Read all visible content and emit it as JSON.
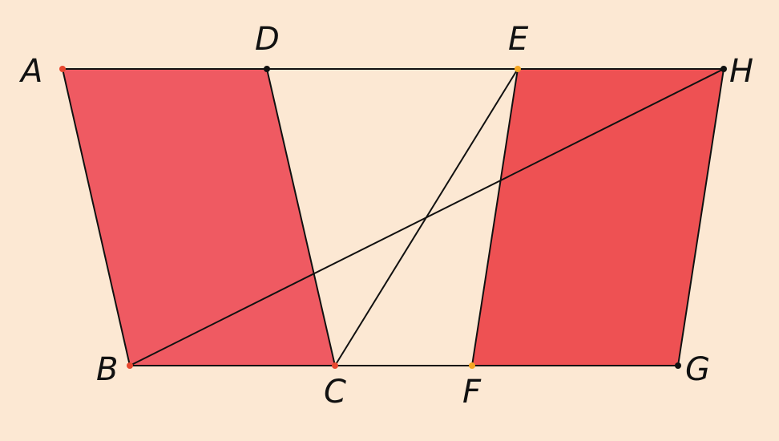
{
  "colors": {
    "background": "#fce8d3",
    "shade_left": "#ef5a62",
    "shade_right": "#ee5153",
    "line": "#111111",
    "point_red": "#e8472f",
    "point_orange": "#f5a623",
    "point_black": "#111111"
  },
  "points": {
    "A": {
      "label": "A",
      "color": "red"
    },
    "B": {
      "label": "B",
      "color": "red"
    },
    "C": {
      "label": "C",
      "color": "red"
    },
    "D": {
      "label": "D",
      "color": "black"
    },
    "E": {
      "label": "E",
      "color": "orange"
    },
    "F": {
      "label": "F",
      "color": "orange"
    },
    "G": {
      "label": "G",
      "color": "black"
    },
    "H": {
      "label": "H",
      "color": "black"
    }
  },
  "shaded_regions": [
    "ABCD",
    "EFGH"
  ],
  "segments": [
    "AH",
    "BG",
    "AB",
    "DC",
    "EF",
    "HG",
    "BH",
    "CE"
  ]
}
